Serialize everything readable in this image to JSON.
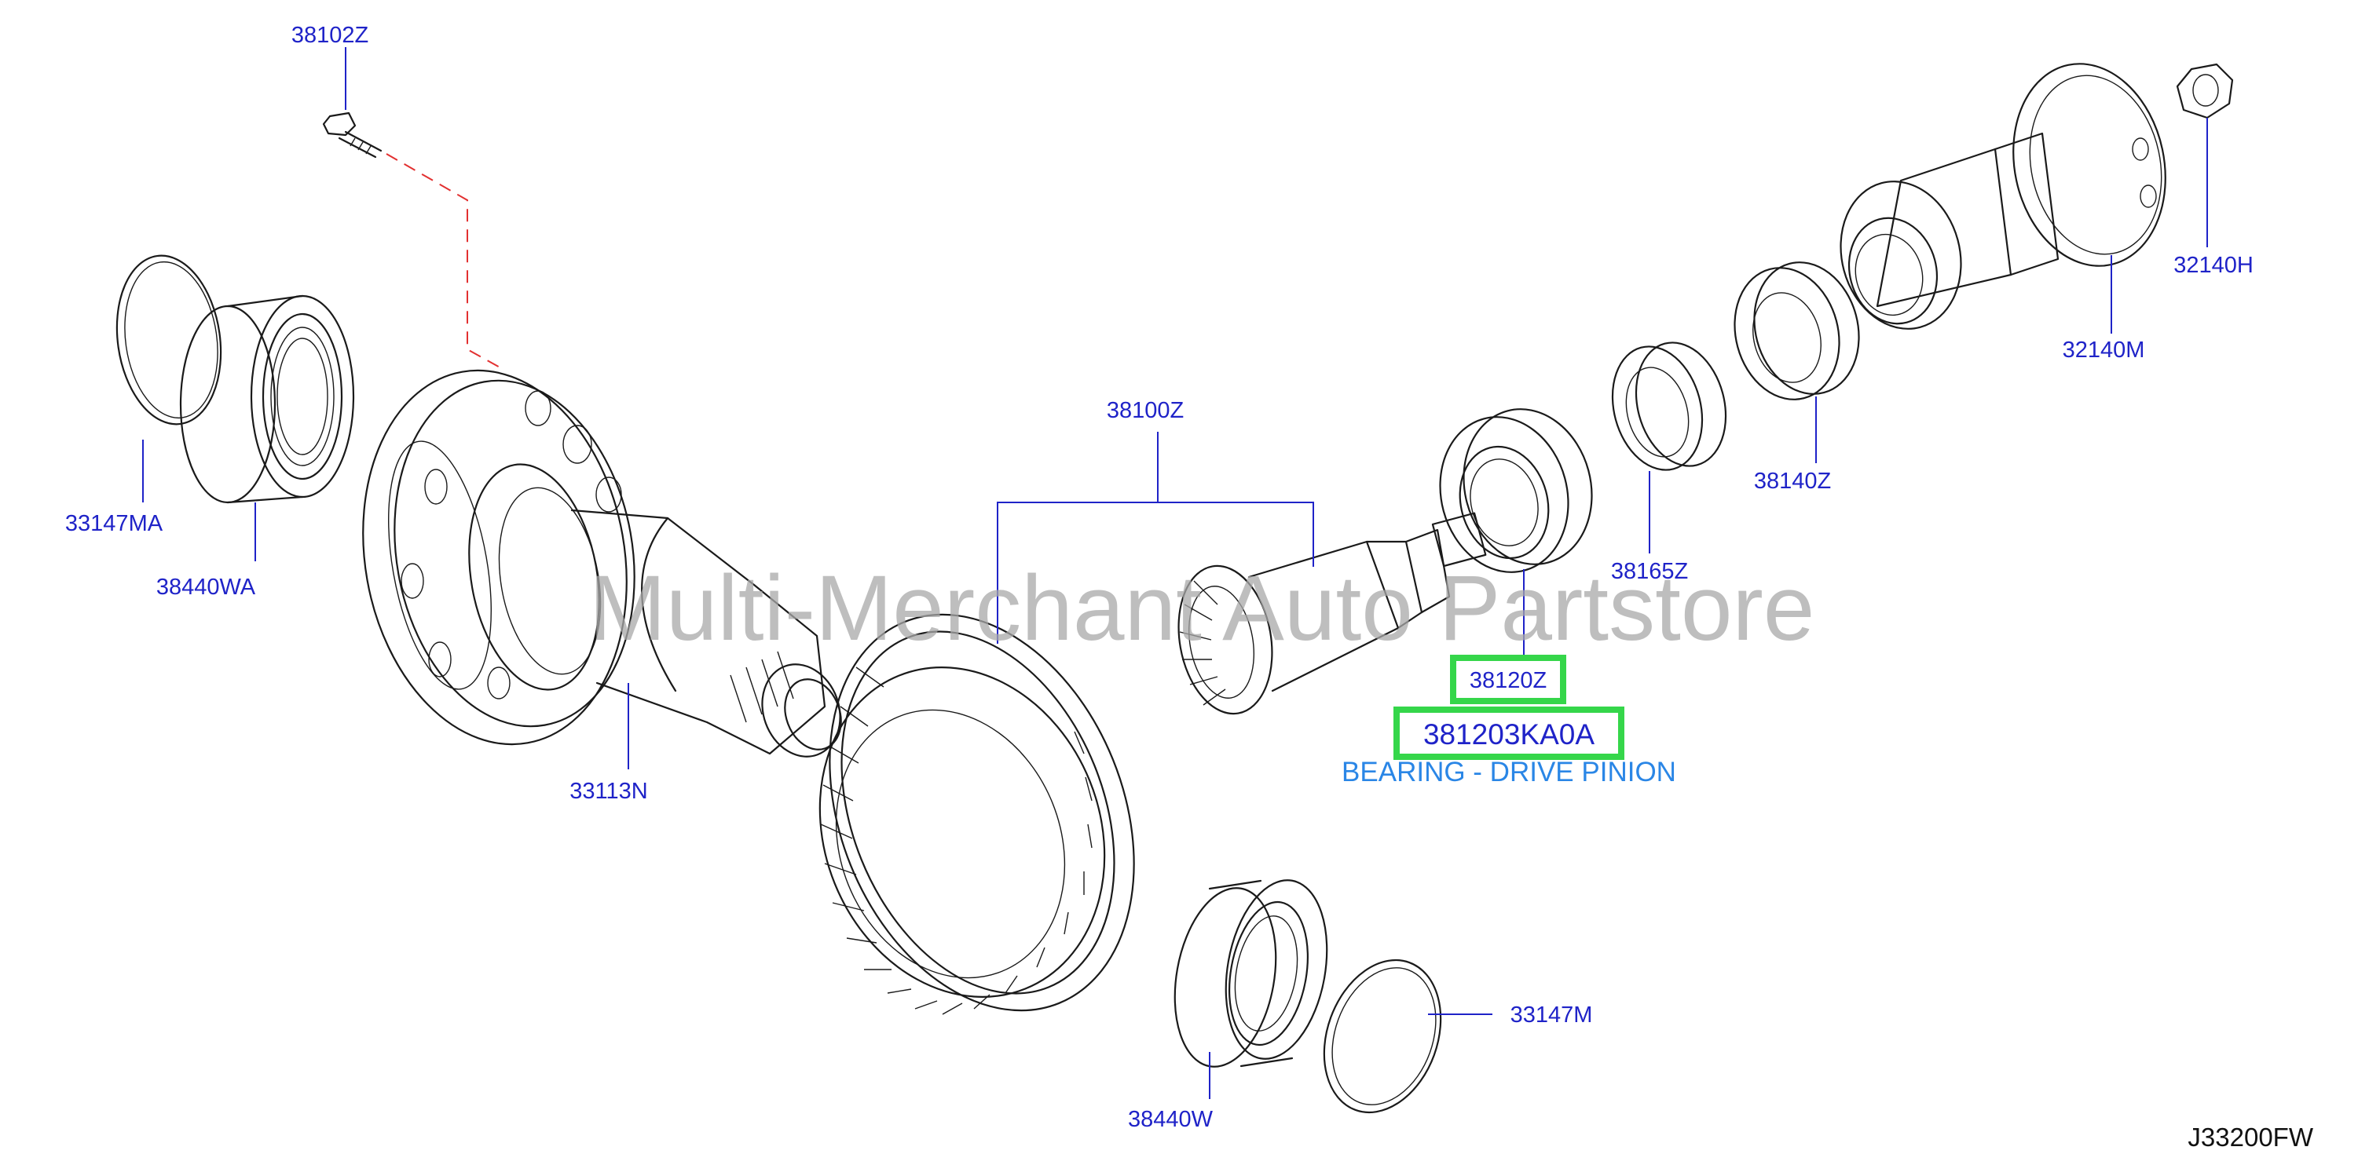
{
  "callouts": {
    "c_38102Z": "38102Z",
    "c_33147MA": "33147MA",
    "c_38440WA": "38440WA",
    "c_33113N": "33113N",
    "c_38100Z": "38100Z",
    "c_38120Z": "38120Z",
    "c_381203KA0A": "381203KA0A",
    "c_38165Z": "38165Z",
    "c_38140Z": "38140Z",
    "c_32140M": "32140M",
    "c_32140H": "32140H",
    "c_38440W": "38440W",
    "c_33147M": "33147M"
  },
  "description": "BEARING - DRIVE PINION",
  "watermark": "Multi-Merchant Auto Partstore",
  "diagram_code": "J33200FW",
  "colors": {
    "label": "#1f23c8",
    "description": "#2a86e6",
    "highlight": "#35d64a",
    "dashed_line": "#e23030"
  }
}
